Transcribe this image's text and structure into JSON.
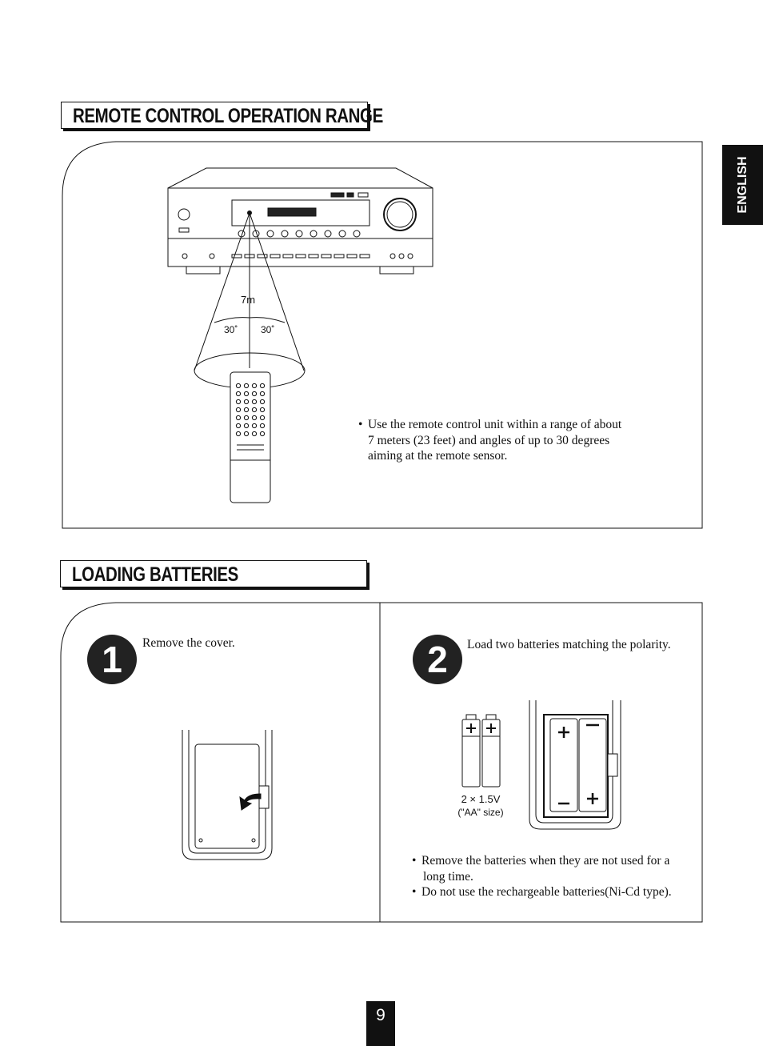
{
  "sections": {
    "remote_range": {
      "title": "REMOTE CONTROL OPERATION RANGE"
    },
    "loading_batteries": {
      "title": "LOADING BATTERIES"
    }
  },
  "language_tab": "ENGLISH",
  "remote_range": {
    "diagram": {
      "distance_label": "7m",
      "angle_left": "30˚",
      "angle_right": "30˚"
    },
    "note_lines": [
      "Use the remote control unit within a range of about",
      "7 meters (23 feet) and angles of up to 30 degrees",
      "aiming at the remote sensor."
    ]
  },
  "steps": [
    {
      "number": "1",
      "text": "Remove the cover."
    },
    {
      "number": "2",
      "text": "Load two batteries matching the polarity."
    }
  ],
  "battery_spec": {
    "line1": "2 × 1.5V",
    "line2": "(\"AA\" size)"
  },
  "notes": [
    {
      "line1": "Remove the batteries when they are not used for a",
      "line2": "long time."
    },
    {
      "line1": "Do not use the rechargeable batteries(Ni-Cd type).",
      "line2": ""
    }
  ],
  "page_number": "9"
}
